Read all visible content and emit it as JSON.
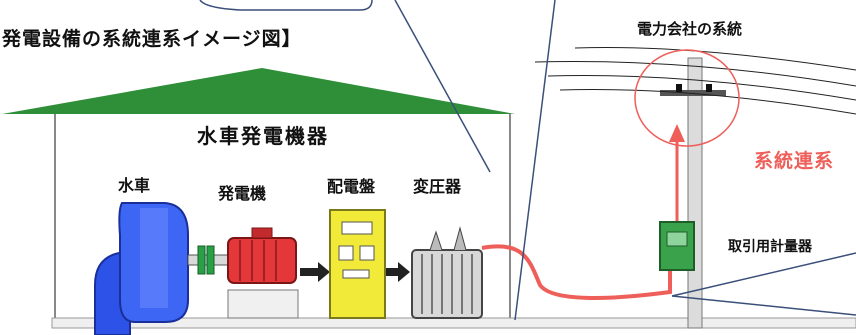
{
  "diagram": {
    "title": "発電設備の系統連系イメージ図】",
    "building_label": "水車発電機器",
    "water_wheel_label": "水車",
    "generator_label": "発電機",
    "switchboard_label": "配電盤",
    "transformer_label": "変圧器",
    "utility_grid_label": "電力会社の系統",
    "grid_connection_label": "系統連系",
    "meter_label": "取引用計量器"
  },
  "colors": {
    "roof": "#2f8f38",
    "highlight_red": "#ef5f5a",
    "water_wheel": "#2d52e8",
    "generator": "#e3373a",
    "switchboard": "#f2ea38",
    "meter_box": "#3aa24b"
  }
}
